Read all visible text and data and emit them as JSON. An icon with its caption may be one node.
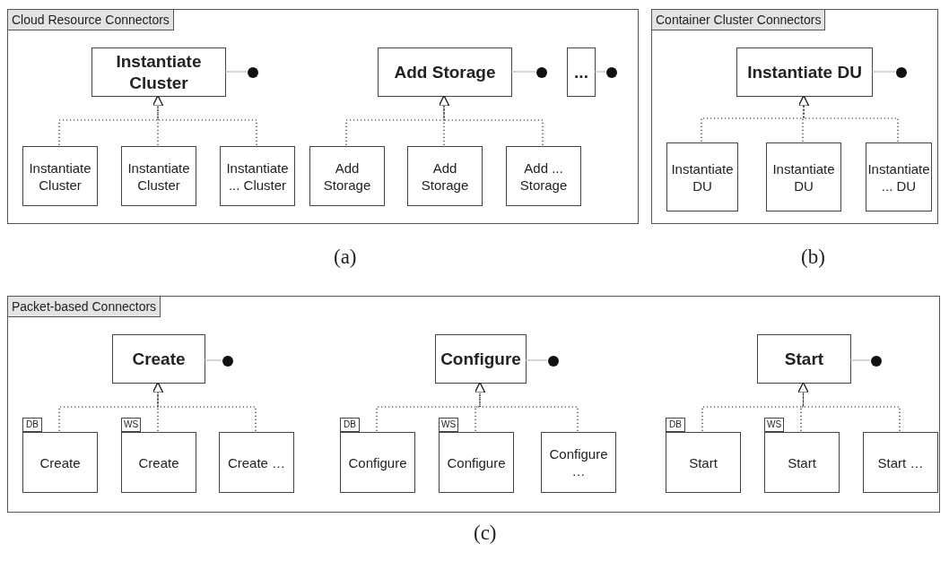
{
  "diagram": {
    "nodes": [
      {
        "text": [
          "Cloud Resource Connectors"
        ]
      },
      {
        "text": [
          "Instantiate Cluster"
        ],
        "in": 0
      },
      {
        "text": [
          "Add Storage"
        ],
        "in": 0
      },
      {
        "text": [
          "..."
        ],
        "in": 0
      },
      {
        "text": [
          "Instantiate Cluster"
        ],
        "in": 0
      },
      {
        "text": [
          "Instantiate Cluster"
        ],
        "in": 0
      },
      {
        "text": [
          "Instantiate ... Cluster"
        ],
        "in": 0
      },
      {
        "text": [
          "Add Storage"
        ],
        "in": 0
      },
      {
        "text": [
          "Add Storage"
        ],
        "in": 0
      },
      {
        "text": [
          "Add ... Storage"
        ],
        "in": 0
      },
      {
        "text": [],
        "shape": "circle",
        "in": 0
      },
      {
        "text": [],
        "shape": "circle",
        "in": 0
      },
      {
        "text": [],
        "shape": "circle",
        "in": 0
      },
      {
        "text": [
          "Container Cluster Connectors"
        ]
      },
      {
        "text": [
          "Instantiate DU"
        ],
        "in": 13
      },
      {
        "text": [
          "Instantiate DU"
        ],
        "in": 13
      },
      {
        "text": [
          "Instantiate DU"
        ],
        "in": 13
      },
      {
        "text": [
          "Instantiate ... DU"
        ],
        "in": 13
      },
      {
        "text": [],
        "shape": "circle",
        "in": 13
      },
      {
        "text": [
          "Packet-based Connectors"
        ]
      },
      {
        "text": [
          "Create"
        ],
        "in": 19
      },
      {
        "text": [
          "Configure"
        ],
        "in": 19
      },
      {
        "text": [
          "Start"
        ],
        "in": 19
      },
      {
        "text": [
          "Create"
        ],
        "in": 19,
        "beside": [
          "DB"
        ]
      },
      {
        "text": [
          "Create"
        ],
        "in": 19,
        "beside": [
          "WS"
        ]
      },
      {
        "text": [
          "Create …"
        ],
        "in": 19
      },
      {
        "text": [
          "Configure"
        ],
        "in": 19,
        "beside": [
          "DB"
        ]
      },
      {
        "text": [
          "Configure"
        ],
        "in": 19,
        "beside": [
          "WS"
        ]
      },
      {
        "text": [
          "Configure …"
        ],
        "in": 19
      },
      {
        "text": [
          "Start"
        ],
        "in": 19,
        "beside": [
          "DB"
        ]
      },
      {
        "text": [
          "Start"
        ],
        "in": 19,
        "beside": [
          "WS"
        ]
      },
      {
        "text": [
          "Start …"
        ],
        "in": 19
      },
      {
        "text": [],
        "shape": "circle",
        "in": 19
      },
      {
        "text": [],
        "shape": "circle",
        "in": 19
      },
      {
        "text": [],
        "shape": "circle",
        "in": 19
      }
    ],
    "edges": [
      {
        "from": 4,
        "to": 1,
        "arrow": "to",
        "style": "dashed"
      },
      {
        "from": 5,
        "to": 1,
        "arrow": "to",
        "style": "dashed"
      },
      {
        "from": 6,
        "to": 1,
        "arrow": "to",
        "style": "dashed"
      },
      {
        "from": 7,
        "to": 2,
        "arrow": "to",
        "style": "dashed"
      },
      {
        "from": 8,
        "to": 2,
        "arrow": "to",
        "style": "dashed"
      },
      {
        "from": 9,
        "to": 2,
        "arrow": "to",
        "style": "dashed"
      },
      {
        "from": 1,
        "to": 10,
        "arrow": "none",
        "color": "#bbbbbb"
      },
      {
        "from": 2,
        "to": 11,
        "arrow": "none",
        "color": "#bbbbbb"
      },
      {
        "from": 3,
        "to": 12,
        "arrow": "none",
        "color": "#bbbbbb"
      },
      {
        "from": 15,
        "to": 14,
        "arrow": "to",
        "style": "dashed"
      },
      {
        "from": 16,
        "to": 14,
        "arrow": "to",
        "style": "dashed"
      },
      {
        "from": 17,
        "to": 14,
        "arrow": "to",
        "style": "dashed"
      },
      {
        "from": 14,
        "to": 18,
        "arrow": "none",
        "color": "#bbbbbb"
      },
      {
        "from": 23,
        "to": 20,
        "arrow": "to",
        "style": "dashed"
      },
      {
        "from": 24,
        "to": 20,
        "arrow": "to",
        "style": "dashed"
      },
      {
        "from": 25,
        "to": 20,
        "arrow": "to",
        "style": "dashed"
      },
      {
        "from": 26,
        "to": 21,
        "arrow": "to",
        "style": "dashed"
      },
      {
        "from": 27,
        "to": 21,
        "arrow": "to",
        "style": "dashed"
      },
      {
        "from": 28,
        "to": 21,
        "arrow": "to",
        "style": "dashed"
      },
      {
        "from": 29,
        "to": 22,
        "arrow": "to",
        "style": "dashed"
      },
      {
        "from": 30,
        "to": 22,
        "arrow": "to",
        "style": "dashed"
      },
      {
        "from": 31,
        "to": 22,
        "arrow": "to",
        "style": "dashed"
      },
      {
        "from": 20,
        "to": 32,
        "arrow": "none",
        "color": "#bbbbbb"
      },
      {
        "from": 21,
        "to": 33,
        "arrow": "none",
        "color": "#bbbbbb"
      },
      {
        "from": 22,
        "to": 34,
        "arrow": "none",
        "color": "#bbbbbb"
      }
    ],
    "labels": [
      "(a)",
      "(b)",
      "(c)"
    ]
  }
}
